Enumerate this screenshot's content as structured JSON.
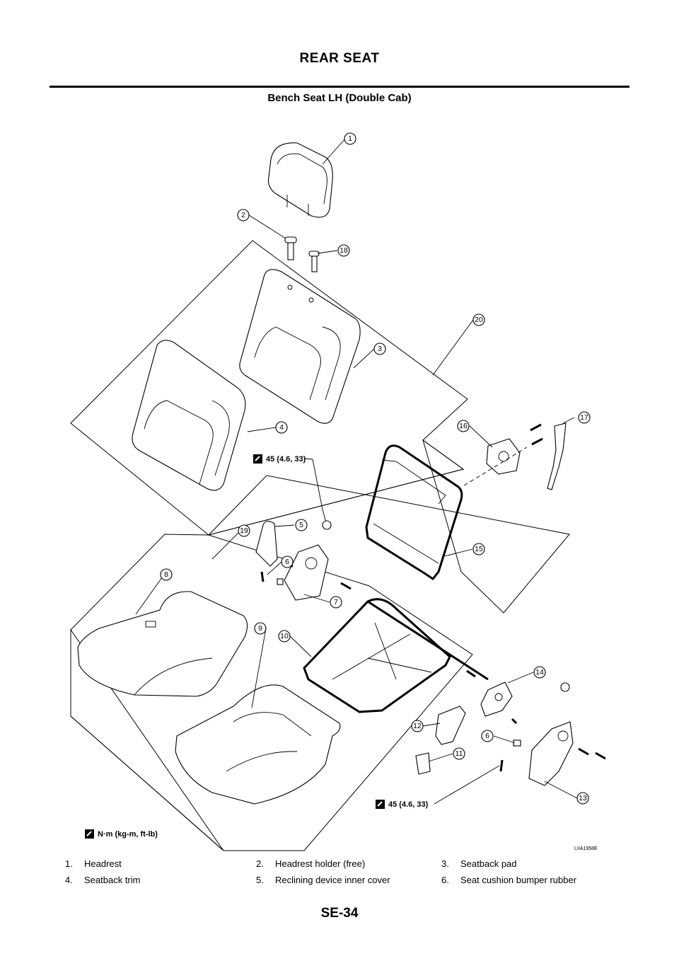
{
  "header": {
    "section_title": "REAR SEAT",
    "subtitle": "Bench Seat LH (Double Cab)"
  },
  "figure": {
    "callouts": [
      "1",
      "2",
      "3",
      "4",
      "5",
      "6",
      "7",
      "8",
      "9",
      "10",
      "11",
      "12",
      "13",
      "14",
      "15",
      "16",
      "17",
      "18",
      "19",
      "20",
      "6"
    ],
    "torque_top": "45 (4.6, 33)",
    "torque_bottom": "45 (4.6, 33)",
    "torque_unit": "N·m (kg-m, ft-lb)",
    "ref_code": "LIIA1958E"
  },
  "legend": [
    {
      "num": "1.",
      "label": "Headrest"
    },
    {
      "num": "2.",
      "label": "Headrest holder (free)"
    },
    {
      "num": "3.",
      "label": "Seatback pad"
    },
    {
      "num": "4.",
      "label": "Seatback trim"
    },
    {
      "num": "5.",
      "label": "Reclining device inner cover"
    },
    {
      "num": "6.",
      "label": "Seat cushion bumper rubber"
    }
  ],
  "footer": {
    "page_code": "SE-34"
  }
}
